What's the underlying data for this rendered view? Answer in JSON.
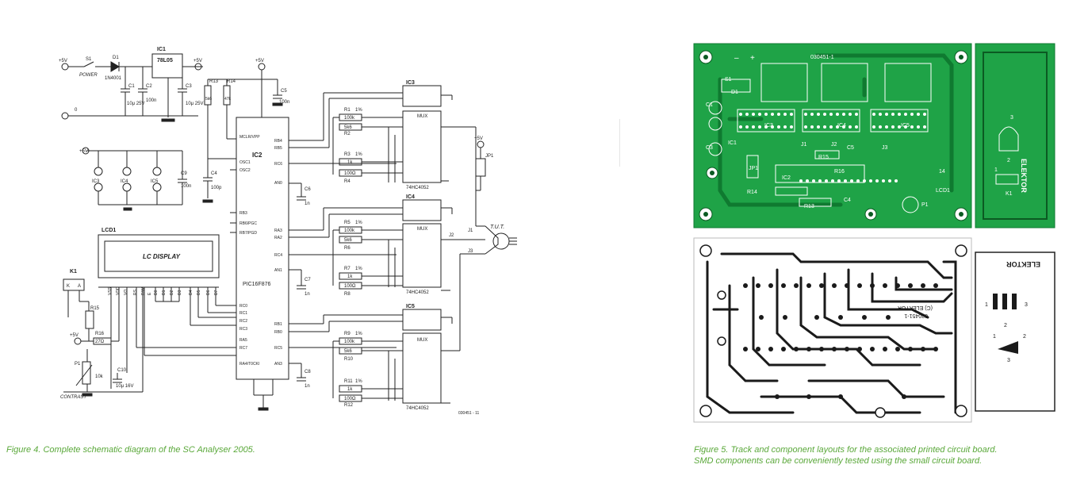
{
  "figure4": {
    "caption": "Figure 4. Complete schematic diagram of the SC Analyser 2005.",
    "ref": "030451 - 11",
    "labels": {
      "vplus": "+5V",
      "zero": "0",
      "s1": "S1",
      "power": "POWER",
      "d1": "D1",
      "d1_part": "1N4001",
      "ic1": "IC1",
      "ic1_part": "78L05",
      "c1": "C1",
      "c1_val": "10μ 25V",
      "c2": "C2",
      "c2_val": "100n",
      "c3": "C3",
      "c3_val": "10μ 25V",
      "r13": "R13",
      "r13_val": "5k6",
      "r14": "R14",
      "r14_val": "47k",
      "c5": "C5",
      "c5_val": "100n",
      "ic2": "IC2",
      "ic2_part": "PIC16F876",
      "c4": "C4",
      "c4_val": "100p",
      "c9": "C9",
      "c9_val": "100n",
      "ic3": "IC3",
      "ic4": "IC4",
      "ic5": "IC5",
      "lcd1": "LCD1",
      "lcd_display": "LC DISPLAY",
      "k1": "K1",
      "k": "K",
      "a": "A",
      "r15": "R15",
      "r16": "R16",
      "r16_val": "27Ω",
      "p1": "P1",
      "p1_val": "10k",
      "c10": "C10",
      "c10_val": "10μ 16V",
      "contrast": "CONTRAST",
      "mux": "MUX",
      "hc4052": "74HC4052",
      "jp1": "JP1",
      "tut": "T.U.T.",
      "j1": "J1",
      "j2": "J2",
      "j3": "J3",
      "c6": "C6",
      "c7": "C7",
      "c8": "C8",
      "cap_1n": "1n",
      "pct1": "1%",
      "r1": "R1",
      "r1_val": "100k",
      "r2": "R2",
      "r2_val": "5k6",
      "r3": "R3",
      "r3_val": "1k",
      "r4": "R4",
      "r4_val": "100Ω",
      "r5": "R5",
      "r5_val": "100k",
      "r6": "R6",
      "r6_val": "5k6",
      "r7": "R7",
      "r7_val": "1k",
      "r8": "R8",
      "r8_val": "100Ω",
      "r9": "R9",
      "r9_val": "100k",
      "r10": "R10",
      "r10_val": "5k6",
      "r11": "R11",
      "r11_val": "1k",
      "r12": "R12",
      "r12_val": "100Ω",
      "mclr": "MCLR/VPP",
      "osc1": "OSC1",
      "osc2": "OSC2",
      "rb3": "RB3",
      "rb6": "RB6/PGC",
      "rb7": "RB7/PGD",
      "rb4": "RB4",
      "rb5": "RB5",
      "rc6": "RC6",
      "an0": "AN0",
      "ra3": "RA3",
      "ra2": "RA2",
      "rc4": "RC4",
      "an1": "AN1",
      "rc0": "RC0",
      "rc1": "RC1",
      "rc2": "RC2",
      "rc3": "RC3",
      "ra5": "RA5",
      "rc7": "RC7",
      "rb1": "RB1",
      "rb0": "RB0",
      "rc5": "RC5",
      "ra4": "RA4/T0CKI",
      "an3": "AN3",
      "lcd_pins": [
        "VSS",
        "VDD",
        "VO",
        "RS",
        "R/W",
        "E",
        "D0",
        "D1",
        "D2",
        "D3",
        "D4",
        "D5",
        "D6",
        "D7"
      ]
    }
  },
  "figure5": {
    "caption_line1": "Figure 5. Track and component layouts for the associated printed circuit board.",
    "caption_line2": "SMD components can be conveniently tested using the small circuit board.",
    "colors": {
      "board": "#1fa347",
      "silk": "#ffffff",
      "track": "#1a1a1a"
    },
    "labels": {
      "board_id": "030451-1",
      "elektor": "ELEKTOR",
      "c_elektor": "(C) ELEKTOR",
      "minus": "–",
      "plus": "+",
      "s1": "S1",
      "d1": "D1",
      "ic1": "IC1",
      "ic2": "IC2",
      "ic3": "IC3",
      "ic4": "IC4",
      "ic5": "IC5",
      "c1": "C1",
      "c3": "C3",
      "c5": "C5",
      "c4": "C4",
      "j1": "J1",
      "j2": "J2",
      "j3": "J3",
      "jp1": "JP1",
      "r13": "R13",
      "r14": "R14",
      "r15": "R15",
      "r16": "R16",
      "lcd1": "LCD1",
      "p1": "P1",
      "k1": "K1",
      "pin1": "1",
      "pin2": "2",
      "pin3": "3",
      "pin14": "14"
    }
  }
}
